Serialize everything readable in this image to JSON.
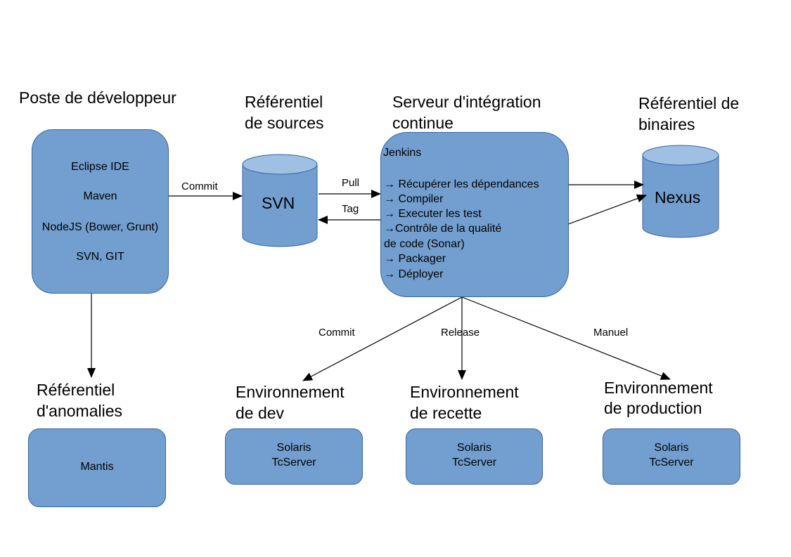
{
  "dev_station": {
    "title": "Poste de développeur",
    "items": [
      "Eclipse IDE",
      "Maven",
      "NodeJS (Bower, Grunt)",
      "SVN, GIT"
    ]
  },
  "source_repo": {
    "title_line1": "Référentiel",
    "title_line2": "de sources",
    "name": "SVN"
  },
  "ci_server": {
    "title_line1": "Serveur d'intégration",
    "title_line2": "continue",
    "header": "Jenkins",
    "steps": [
      "→ Récupérer les dépendances",
      "→ Compiler",
      "→ Executer les test",
      "→Contrôle de la qualité",
      "de code (Sonar)",
      "→ Packager",
      "→ Déployer"
    ]
  },
  "binary_repo": {
    "title_line1": "Référentiel de",
    "title_line2": "binaires",
    "name": "Nexus"
  },
  "bug_repo": {
    "title_line1": "Référentiel",
    "title_line2": "d'anomalies",
    "name": "Mantis"
  },
  "environments": [
    {
      "title_line1": "Environnement",
      "title_line2": "de dev",
      "line1": "Solaris",
      "line2": "TcServer",
      "trigger": "Commit"
    },
    {
      "title_line1": "Environnement",
      "title_line2": "de recette",
      "line1": "Solaris",
      "line2": "TcServer",
      "trigger": "Release"
    },
    {
      "title_line1": "Environnement",
      "title_line2": "de production",
      "line1": "Solaris",
      "line2": "TcServer",
      "trigger": "Manuel"
    }
  ],
  "arrows": {
    "commit": "Commit",
    "pull": "Pull",
    "tag": "Tag"
  },
  "colors": {
    "fill": "#729fcf",
    "stroke": "#3465a4",
    "cylinder_top": "#9fbfe3"
  }
}
